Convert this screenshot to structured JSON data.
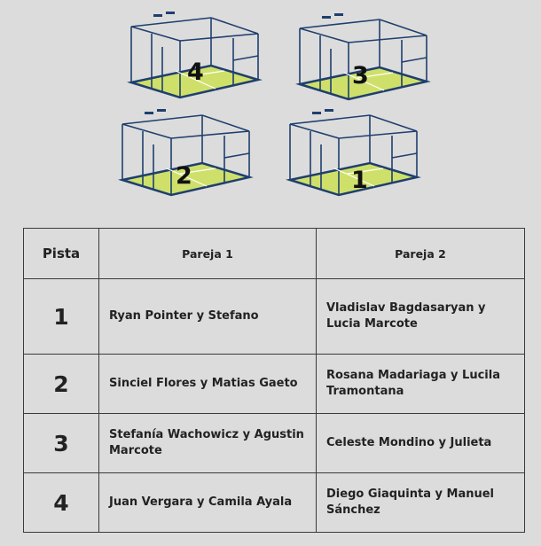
{
  "courts": [
    {
      "number": "4"
    },
    {
      "number": "3"
    },
    {
      "number": "2"
    },
    {
      "number": "1"
    }
  ],
  "table": {
    "headers": {
      "pista": "Pista",
      "pareja1": "Pareja 1",
      "pareja2": "Pareja 2"
    },
    "rows": [
      {
        "pista": "1",
        "pareja1": "Ryan Pointer y Stefano",
        "pareja2": "Vladislav Bagdasaryan y Lucia Marcote"
      },
      {
        "pista": "2",
        "pareja1": "Sinciel Flores y Matias Gaeto",
        "pareja2": "Rosana Madariaga y Lucila Tramontana"
      },
      {
        "pista": "3",
        "pareja1": "Stefanía Wachowicz y Agustin Marcote",
        "pareja2": "Celeste Mondino y Julieta"
      },
      {
        "pista": "4",
        "pareja1": "Juan Vergara y Camila Ayala",
        "pareja2": "Diego Giaquinta y Manuel Sánchez"
      }
    ]
  },
  "colors": {
    "court_frame": "#1f3f6e",
    "court_turf": "#cfe06a",
    "background": "#dcdcdc"
  }
}
